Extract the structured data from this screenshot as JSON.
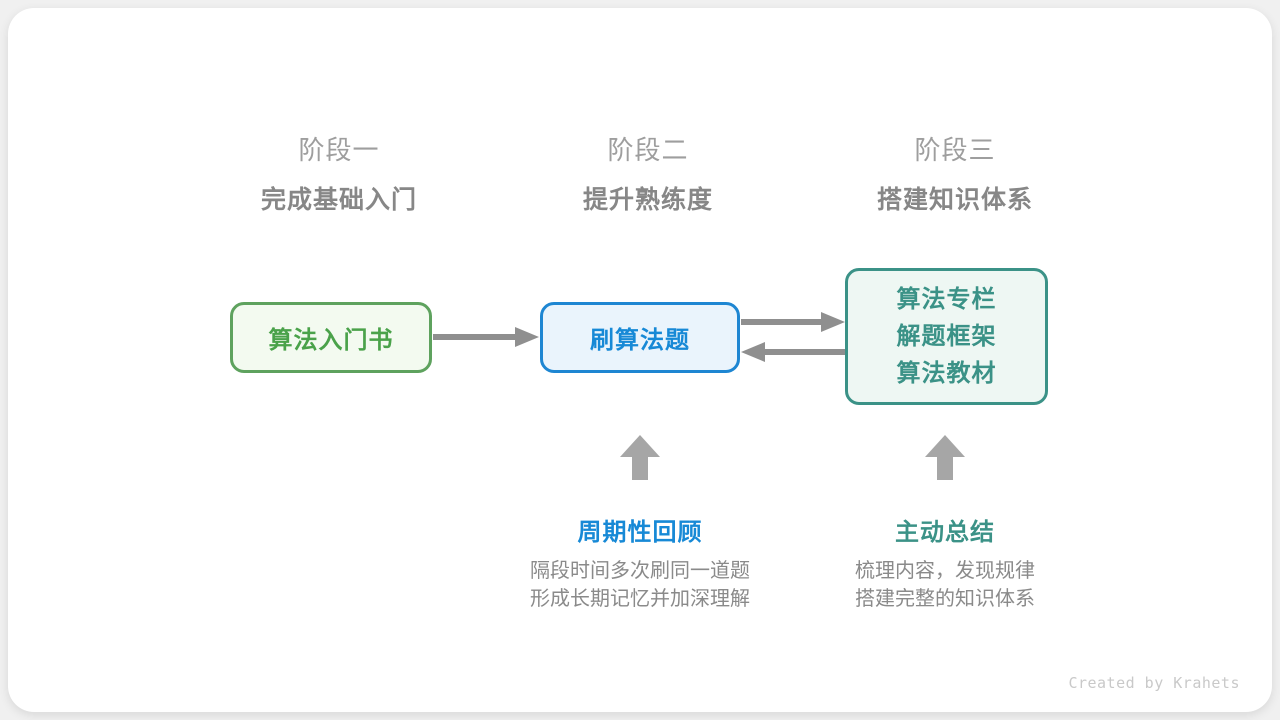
{
  "stages": [
    {
      "label": "阶段一",
      "subtitle": "完成基础入门",
      "box": {
        "lines": [
          "算法入门书"
        ]
      }
    },
    {
      "label": "阶段二",
      "subtitle": "提升熟练度",
      "box": {
        "lines": [
          "刷算法题"
        ]
      },
      "callout": {
        "title": "周期性回顾",
        "desc_lines": [
          "隔段时间多次刷同一道题",
          "形成长期记忆并加深理解"
        ]
      }
    },
    {
      "label": "阶段三",
      "subtitle": "搭建知识体系",
      "box": {
        "lines": [
          "算法专栏",
          "解题框架",
          "算法教材"
        ]
      },
      "callout": {
        "title": "主动总结",
        "desc_lines": [
          "梳理内容，发现规律",
          "搭建完整的知识体系"
        ]
      }
    }
  ],
  "footer": {
    "credit": "Created by Krahets"
  },
  "colors": {
    "page_background": "#f0f0f0",
    "card_background": "#ffffff",
    "stage_label": "#9e9e9e",
    "stage_subtitle": "#878787",
    "green_box_border": "#5ea25e",
    "green_box_fill": "#f3faf0",
    "green_text": "#4aa24a",
    "blue_box_border": "#1e86d2",
    "blue_box_fill": "#eaf4fc",
    "blue_text": "#1789d6",
    "teal_box_border": "#3b9287",
    "teal_box_fill": "#eef7f3",
    "teal_text": "#3b9287",
    "arrow_gray": "#8f8f8f",
    "up_arrow_gray": "#a6a6a6",
    "desc_text": "#8a8a8a",
    "credit_text": "#c9c9c9"
  }
}
